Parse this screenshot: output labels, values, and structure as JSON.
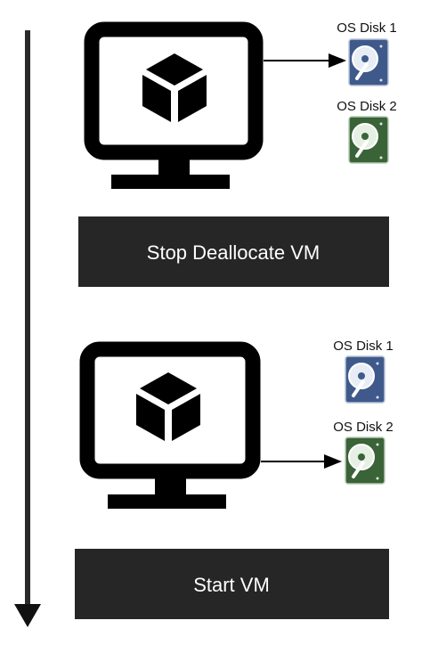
{
  "step1": {
    "disk1": {
      "label": "OS Disk 1",
      "color": "#3f5a8a",
      "attached": true
    },
    "disk2": {
      "label": "OS Disk 2",
      "color": "#3a6337",
      "attached": false
    }
  },
  "action1": {
    "label": "Stop Deallocate VM",
    "color": "#262626"
  },
  "step2": {
    "disk1": {
      "label": "OS Disk 1",
      "color": "#3f5a8a",
      "attached": false
    },
    "disk2": {
      "label": "OS Disk 2",
      "color": "#3a6337",
      "attached": true
    }
  },
  "action2": {
    "label": "Start VM",
    "color": "#262626"
  },
  "icons": {
    "vm": "monitor-icon",
    "vm_badge": "cube-icon",
    "disk": "hard-disk-icon",
    "timeline": "down-arrow"
  }
}
